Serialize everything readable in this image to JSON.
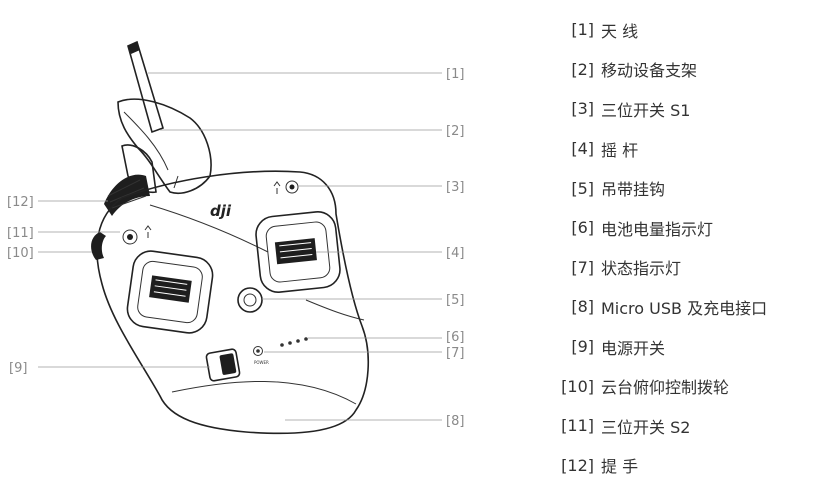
{
  "callouts": {
    "c1": "[1]",
    "c2": "[2]",
    "c3": "[3]",
    "c4": "[4]",
    "c5": "[5]",
    "c6": "[6]",
    "c7": "[7]",
    "c8": "[8]",
    "c9": "[9]",
    "c10": "[10]",
    "c11": "[11]",
    "c12": "[12]"
  },
  "logo_text": "dji",
  "power_text": "POWER",
  "legend": [
    {
      "num": "[1]",
      "text": "天 线"
    },
    {
      "num": "[2]",
      "text": "移动设备支架"
    },
    {
      "num": "[3]",
      "text": "三位开关 S1"
    },
    {
      "num": "[4]",
      "text": "摇 杆"
    },
    {
      "num": "[5]",
      "text": "吊带挂钩"
    },
    {
      "num": "[6]",
      "text": "电池电量指示灯"
    },
    {
      "num": "[7]",
      "text": "状态指示灯"
    },
    {
      "num": "[8]",
      "text": "Micro USB 及充电接口"
    },
    {
      "num": "[9]",
      "text": "电源开关"
    },
    {
      "num": "[10]",
      "text": "云台俯仰控制拨轮"
    },
    {
      "num": "[11]",
      "text": "三位开关 S2"
    },
    {
      "num": "[12]",
      "text": "提 手"
    }
  ]
}
